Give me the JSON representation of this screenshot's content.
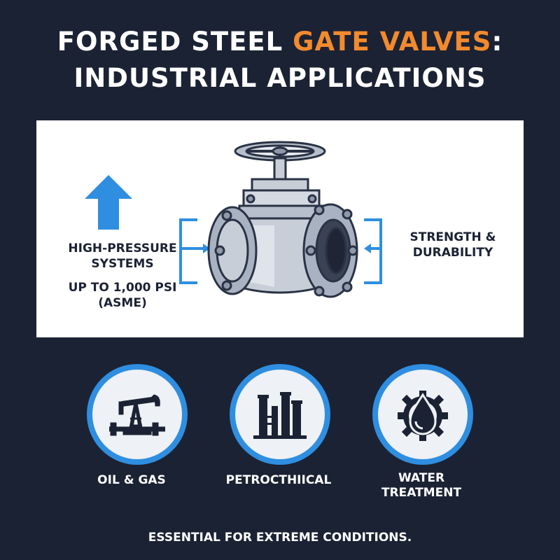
{
  "title": {
    "line1_prefix": "FORGED STEEL ",
    "line1_accent": "GATE VALVES",
    "line1_suffix": ":",
    "line2": "INDUSTRIAL APPLICATIONS"
  },
  "colors": {
    "background": "#1b2233",
    "accent": "#f28a2e",
    "blue": "#2f8ee0",
    "panel": "#ffffff"
  },
  "panel": {
    "left_label": "HIGH-PRESSURE SYSTEMS",
    "left_sub": "UP TO 1,000 PSI (ASME)",
    "right_label": "STRENGTH & DURABILITY",
    "arrow_icon": "up-arrow-icon",
    "valve_icon": "gate-valve-illustration"
  },
  "categories": [
    {
      "label": "OIL & GAS",
      "icon": "oil-pumpjack-icon"
    },
    {
      "label": "PETROCTHIICAL",
      "icon": "refinery-icon"
    },
    {
      "label": "WATER TREATMENT",
      "icon": "water-drop-gear-icon"
    }
  ],
  "footer": "ESSENTIAL FOR EXTREME CONDITIONS."
}
